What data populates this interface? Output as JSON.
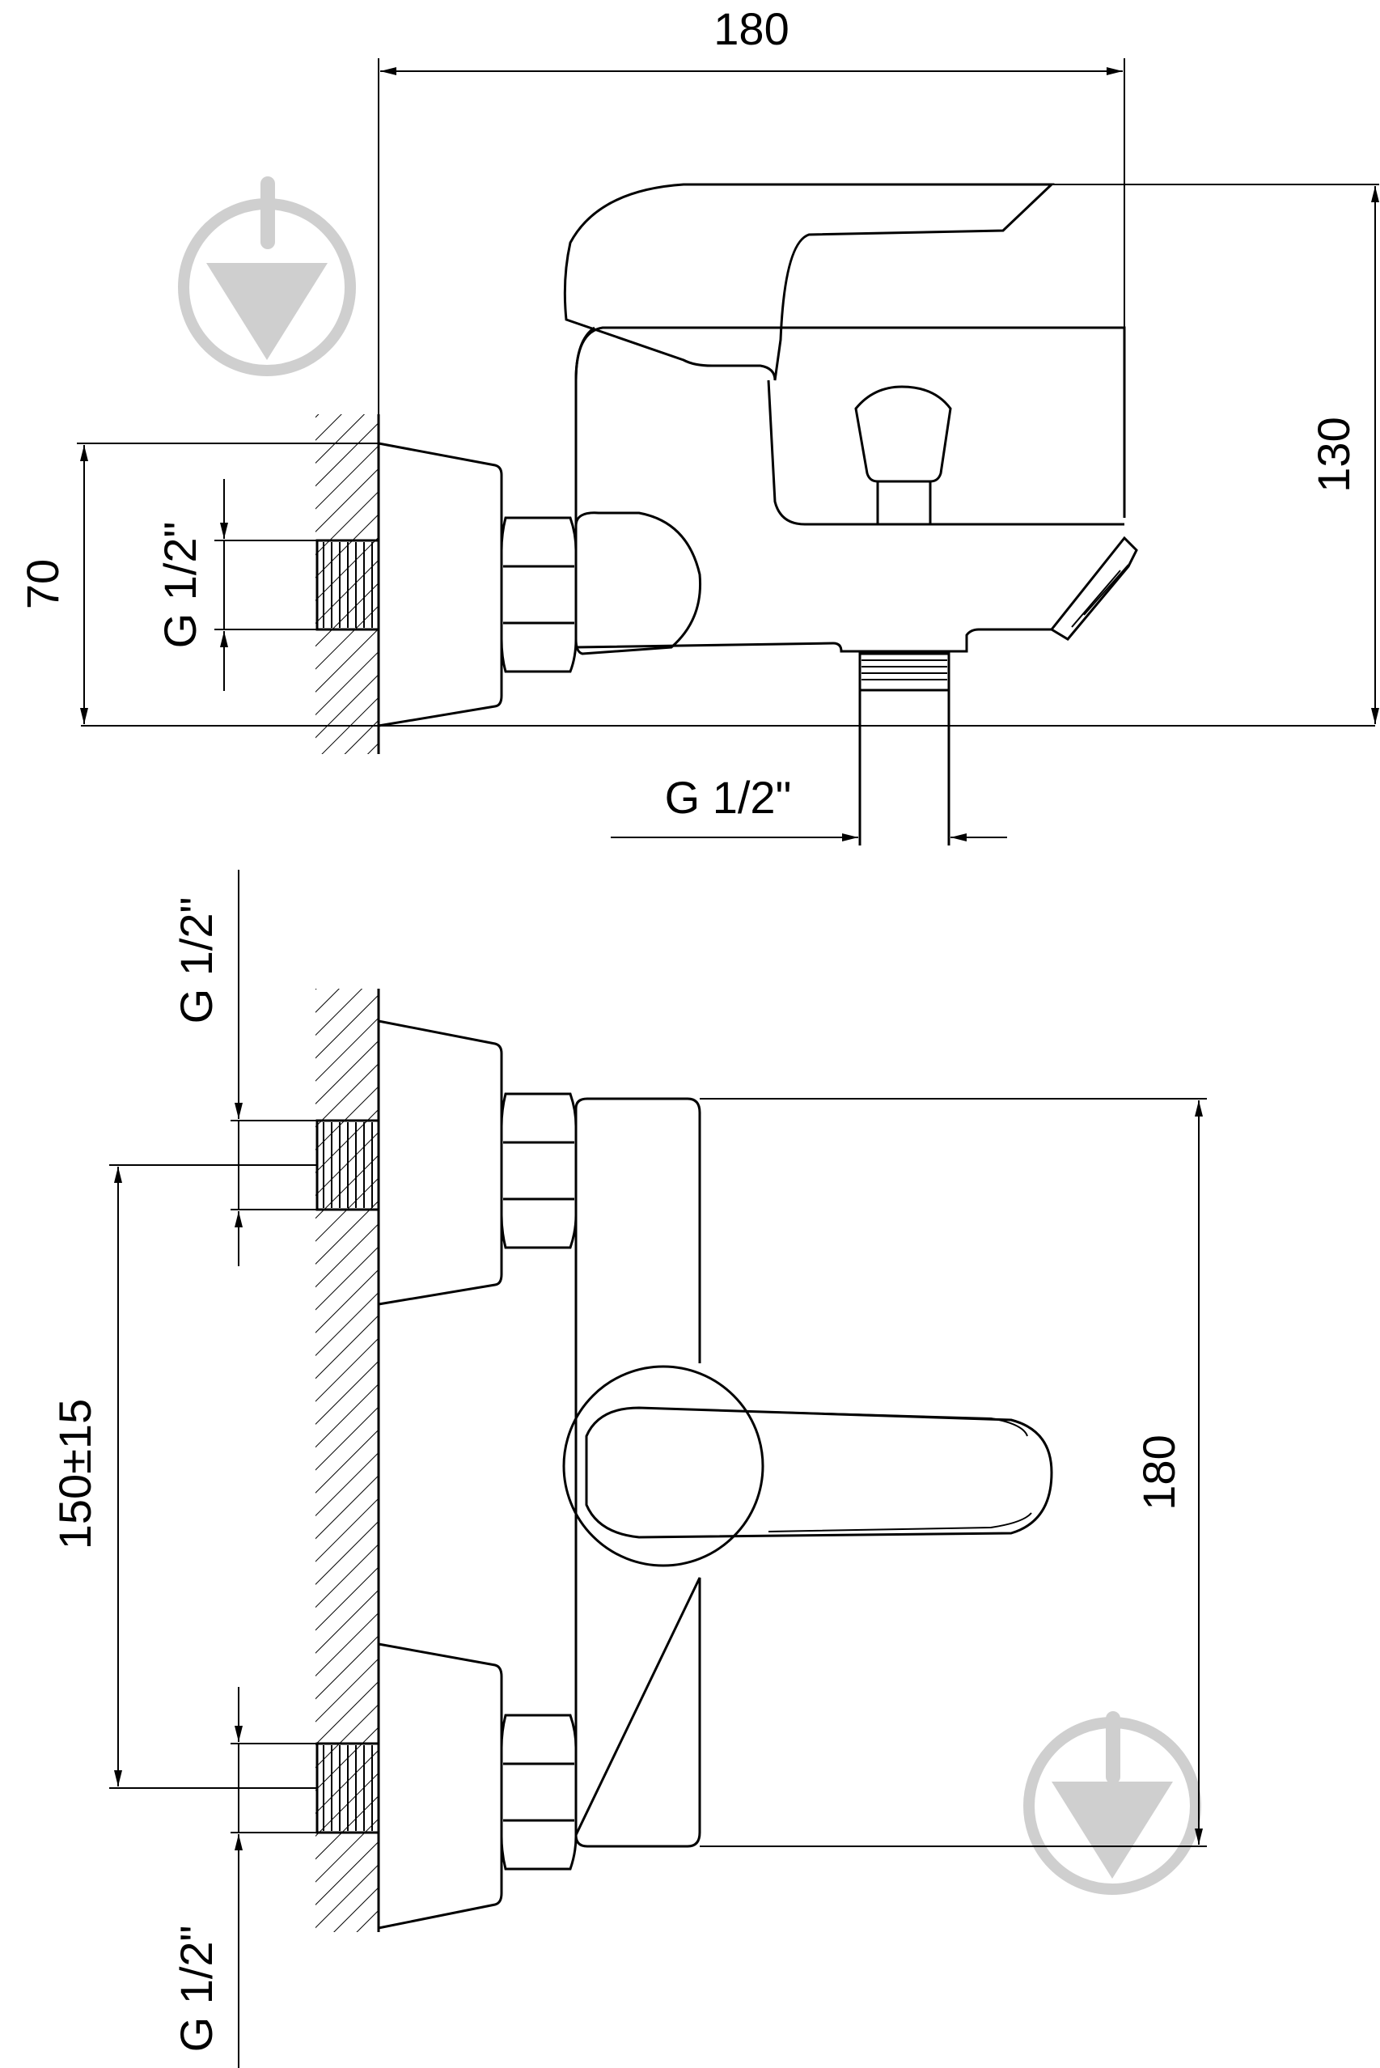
{
  "side_view": {
    "dim_width": "180",
    "dim_height": "130",
    "dim_wall_height": "70",
    "dim_inlet_thread": "G 1/2\"",
    "dim_outlet_thread": "G 1/2\""
  },
  "front_view": {
    "dim_top_thread": "G 1/2\"",
    "dim_bottom_thread": "G 1/2\"",
    "dim_spacing": "150±15",
    "dim_height": "180"
  },
  "watermark_icon": "brand-logo-icon",
  "colors": {
    "lines": "#000000",
    "watermark": "#cfcfcf",
    "background": "#ffffff"
  }
}
